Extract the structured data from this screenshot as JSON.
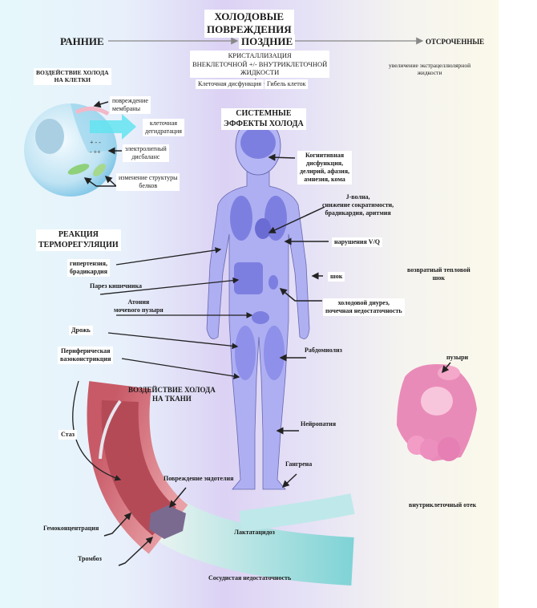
{
  "title": [
    "ХОЛОДОВЫЕ",
    "ПОВРЕЖДЕНИЯ"
  ],
  "timeline": {
    "early": "РАННИЕ",
    "late": "ПОЗДНИЕ",
    "delayed": "ОТСРОЧЕННЫЕ"
  },
  "late": {
    "crystallization": [
      "КРИСТАЛЛИЗАЦИЯ",
      "ВНЕКЛЕТОЧНОЙ +/- ВНУТРИКЛЕТОЧНОЙ",
      "ЖИДКОСТИ"
    ],
    "cell_dysfunction": "Клеточная дисфункция",
    "cell_death": "Гибель клеток"
  },
  "delayed": {
    "extracellular": [
      "увеличение экстрацеллюлярной",
      "жидкости"
    ],
    "rewarming_shock": [
      "возвратный тепловой",
      "шок"
    ],
    "blisters": "пузыри",
    "intracellular_edema": "внутриклеточный отек"
  },
  "cells": {
    "heading": [
      "ВОЗДЕЙСТВИЕ ХОЛОДА",
      "НА КЛЕТКИ"
    ],
    "membrane": [
      "повреждение",
      "мембраны"
    ],
    "dehydration": [
      "клеточная",
      "дегидратация"
    ],
    "electrolyte": [
      "электролитный",
      "дисбаланс"
    ],
    "protein": [
      "изменение структуры",
      "белков"
    ],
    "charges": [
      "+ - -",
      "- ++"
    ]
  },
  "systemic": {
    "heading": [
      "СИСТЕМНЫЕ",
      "ЭФФЕКТЫ ХОЛОДА"
    ],
    "cognitive": [
      "Когнитивная",
      "дисфункция,",
      "делирий, афазия,",
      "амнезия, кома"
    ],
    "cardiac": [
      "J-волна,",
      "снижение сократимости,",
      "брадикардия, аритмия"
    ],
    "vq": "нарушения V/Q",
    "shock": "шок",
    "diuresis": [
      "холодовой диурез,",
      "почечная недостаточность"
    ],
    "rhabdo": "Рабдомиолиз",
    "neuropathy": "Нейропатия",
    "gangrene": "Гангрена"
  },
  "thermo": {
    "heading": [
      "РЕАКЦИЯ",
      "ТЕРМОРЕГУЛЯЦИИ"
    ],
    "hypertension": [
      "гипертензия,",
      "брадикардия"
    ],
    "ileus": "Парез кишечника",
    "bladder": [
      "Атония",
      "мочевого пузыря"
    ],
    "shivering": "Дрожь",
    "vasoconstriction": [
      "Периферическая",
      "вазоконстрикция"
    ]
  },
  "tissue": {
    "heading": [
      "ВОЗДЕЙСТВИЕ ХОЛОДА",
      "НА ТКАНИ"
    ],
    "stasis": "Стаз",
    "endothelium": "Повреждение эндотелия",
    "hemoconcentration": "Гемоконцентрация",
    "lactic": "Лактатацидоз",
    "thrombosis": "Тромбоз",
    "vascular": "Сосудистая недостаточность"
  },
  "colors": {
    "body": "#9c9ef0",
    "organ": "#7d7fe0",
    "vessel": "#d9707a",
    "hand": "#e87fb0",
    "arrow": "#222222"
  }
}
